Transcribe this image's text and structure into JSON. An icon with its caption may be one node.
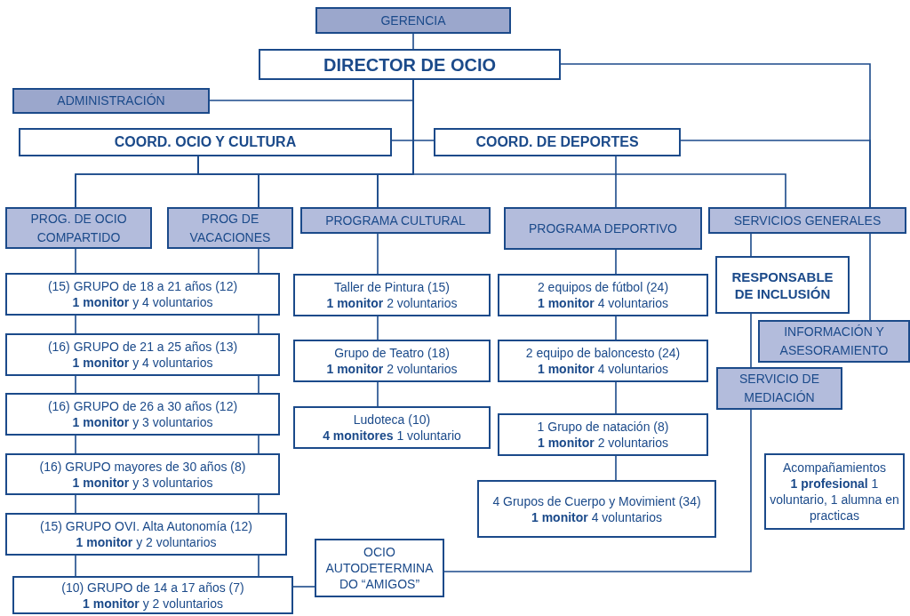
{
  "diagram": {
    "nodes": [
      {
        "text": [
          "GERENCIA"
        ]
      },
      {
        "text": [
          "DIRECTOR DE OCIO"
        ]
      },
      {
        "text": [
          "ADMINISTRACIÓN"
        ]
      },
      {
        "text": [
          "COORD. OCIO Y CULTURA"
        ]
      },
      {
        "text": [
          "COORD. DE DEPORTES"
        ]
      },
      {
        "text": [
          "PROG. DE OCIO COMPARTIDO"
        ]
      },
      {
        "text": [
          "PROG DE VACACIONES"
        ]
      },
      {
        "text": [
          "PROGRAMA CULTURAL"
        ]
      },
      {
        "text": [
          "PROGRAMA DEPORTIVO"
        ]
      },
      {
        "text": [
          "SERVICIOS GENERALES"
        ]
      },
      {
        "text": [
          "(15) GRUPO de 18 a 21 años (12)",
          "**1 monitor** y 4 voluntarios"
        ]
      },
      {
        "text": [
          "(16) GRUPO de 21 a 25 años (13)",
          "**1 monitor** y 4 voluntarios"
        ]
      },
      {
        "text": [
          "(16) GRUPO de 26 a 30 años (12)",
          "**1 monitor** y 3 voluntarios"
        ]
      },
      {
        "text": [
          "(16) GRUPO mayores de 30 años (8)",
          "**1 monitor** y 3 voluntarios"
        ]
      },
      {
        "text": [
          "(15) GRUPO OVI. Alta Autonomía (12)",
          "**1 monitor** y 2 voluntarios"
        ]
      },
      {
        "text": [
          "(10) GRUPO de 14 a 17 años (7)",
          "**1 monitor** y 2 voluntarios"
        ]
      },
      {
        "text": [
          "Taller de Pintura (15)",
          "**1 monitor** 2 voluntarios"
        ]
      },
      {
        "text": [
          "Grupo de Teatro (18)",
          "**1 monitor** 2 voluntarios"
        ]
      },
      {
        "text": [
          "Ludoteca (10)",
          "**4 monitores** 1 voluntario"
        ]
      },
      {
        "text": [
          "2 equipos de fútbol (24)",
          "**1 monitor** 4 voluntarios"
        ]
      },
      {
        "text": [
          "2 equipo de baloncesto (24)",
          "**1 monitor** 4 voluntarios"
        ]
      },
      {
        "text": [
          "1 Grupo de natación (8)",
          "**1 monitor** 2 voluntarios"
        ]
      },
      {
        "text": [
          "4 Grupos de Cuerpo y Movimient (34)",
          "**1 monitor** 4 voluntarios"
        ]
      },
      {
        "text": [
          "RESPONSABLE DE INCLUSIÓN"
        ]
      },
      {
        "text": [
          "INFORMACIÓN Y ASESORAMIENTO"
        ]
      },
      {
        "text": [
          "SERVICIO DE MEDIACIÓN"
        ]
      },
      {
        "text": [
          "Acompañamientos",
          "**1 profesional** 1 voluntario, 1 alumna en practicas"
        ]
      },
      {
        "text": [
          "OCIO AUTODETERMINA DO “AMIGOS”"
        ]
      }
    ],
    "edges": [
      {
        "from": 0,
        "to": 1,
        "arrow": "none"
      },
      {
        "from": 1,
        "to": 2,
        "arrow": "none"
      },
      {
        "from": 1,
        "to": 3,
        "arrow": "none"
      },
      {
        "from": 1,
        "to": 4,
        "arrow": "none"
      },
      {
        "from": 1,
        "to": 5,
        "arrow": "none"
      },
      {
        "from": 1,
        "to": 6,
        "arrow": "none"
      },
      {
        "from": 1,
        "to": 7,
        "arrow": "none"
      },
      {
        "from": 1,
        "to": 9,
        "arrow": "none"
      },
      {
        "from": 3,
        "to": 5,
        "arrow": "none"
      },
      {
        "from": 3,
        "to": 6,
        "arrow": "none"
      },
      {
        "from": 3,
        "to": 7,
        "arrow": "none"
      },
      {
        "from": 4,
        "to": 8,
        "arrow": "none"
      },
      {
        "from": 1,
        "to": 9,
        "arrow": "none"
      },
      {
        "from": 4,
        "to": 9,
        "arrow": "none"
      },
      {
        "from": 9,
        "to": 24,
        "arrow": "none"
      },
      {
        "from": 9,
        "to": 23,
        "arrow": "none"
      },
      {
        "from": 23,
        "to": 25,
        "arrow": "none"
      },
      {
        "from": 25,
        "to": 27,
        "arrow": "none"
      },
      {
        "from": 27,
        "to": 15,
        "arrow": "none"
      },
      {
        "from": 5,
        "to": 10,
        "arrow": "none"
      },
      {
        "from": 6,
        "to": 10,
        "arrow": "none"
      },
      {
        "from": 10,
        "to": 11,
        "arrow": "none"
      },
      {
        "from": 10,
        "to": 11,
        "arrow": "none"
      },
      {
        "from": 11,
        "to": 12,
        "arrow": "none"
      },
      {
        "from": 11,
        "to": 12,
        "arrow": "none"
      },
      {
        "from": 12,
        "to": 13,
        "arrow": "none"
      },
      {
        "from": 12,
        "to": 13,
        "arrow": "none"
      },
      {
        "from": 13,
        "to": 14,
        "arrow": "none"
      },
      {
        "from": 13,
        "to": 14,
        "arrow": "none"
      },
      {
        "from": 14,
        "to": 15,
        "arrow": "none"
      },
      {
        "from": 14,
        "to": 15,
        "arrow": "none"
      },
      {
        "from": 7,
        "to": 16,
        "arrow": "none"
      },
      {
        "from": 16,
        "to": 17,
        "arrow": "none"
      },
      {
        "from": 17,
        "to": 18,
        "arrow": "none"
      },
      {
        "from": 8,
        "to": 19,
        "arrow": "none"
      },
      {
        "from": 19,
        "to": 20,
        "arrow": "none"
      },
      {
        "from": 20,
        "to": 21,
        "arrow": "none"
      },
      {
        "from": 21,
        "to": 22,
        "arrow": "none"
      }
    ]
  }
}
